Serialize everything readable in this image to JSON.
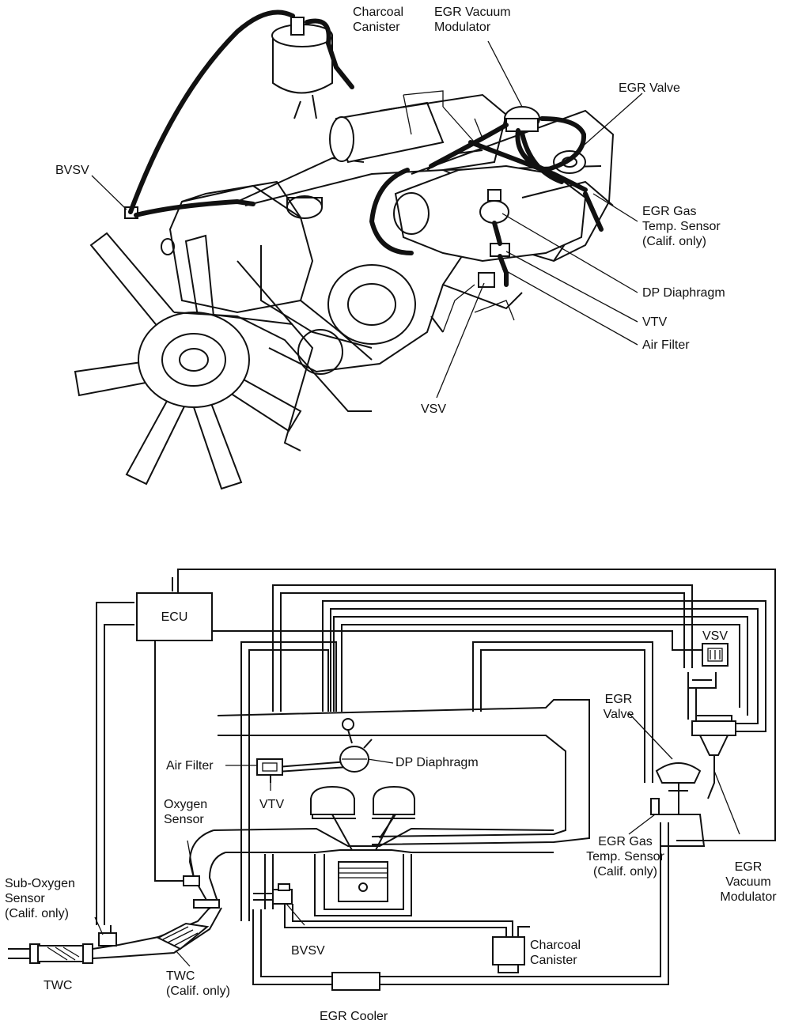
{
  "engine_view": {
    "labels": {
      "charcoal_canister": "Charcoal\nCanister",
      "egr_vacuum_modulator": "EGR Vacuum\nModulator",
      "egr_valve": "EGR Valve",
      "bvsv": "BVSV",
      "egr_gas_temp_sensor": "EGR Gas\nTemp. Sensor\n(Calif. only)",
      "dp_diaphragm": "DP Diaphragm",
      "vtv": "VTV",
      "air_filter": "Air Filter",
      "vsv": "VSV"
    }
  },
  "schematic": {
    "labels": {
      "ecu": "ECU",
      "vsv": "VSV",
      "egr_valve": "EGR\nValve",
      "air_filter": "Air Filter",
      "dp_diaphragm": "DP Diaphragm",
      "vtv": "VTV",
      "oxygen_sensor": "Oxygen\nSensor",
      "sub_oxygen_sensor": "Sub-Oxygen\nSensor\n(Calif. only)",
      "egr_gas_temp_sensor": "EGR Gas\nTemp. Sensor\n(Calif. only)",
      "egr_vacuum_modulator": "EGR\nVacuum\nModulator",
      "charcoal_canister": "Charcoal\nCanister",
      "bvsv": "BVSV",
      "twc_left": "TWC",
      "twc_calif": "TWC\n(Calif. only)",
      "egr_cooler": "EGR Cooler"
    }
  }
}
